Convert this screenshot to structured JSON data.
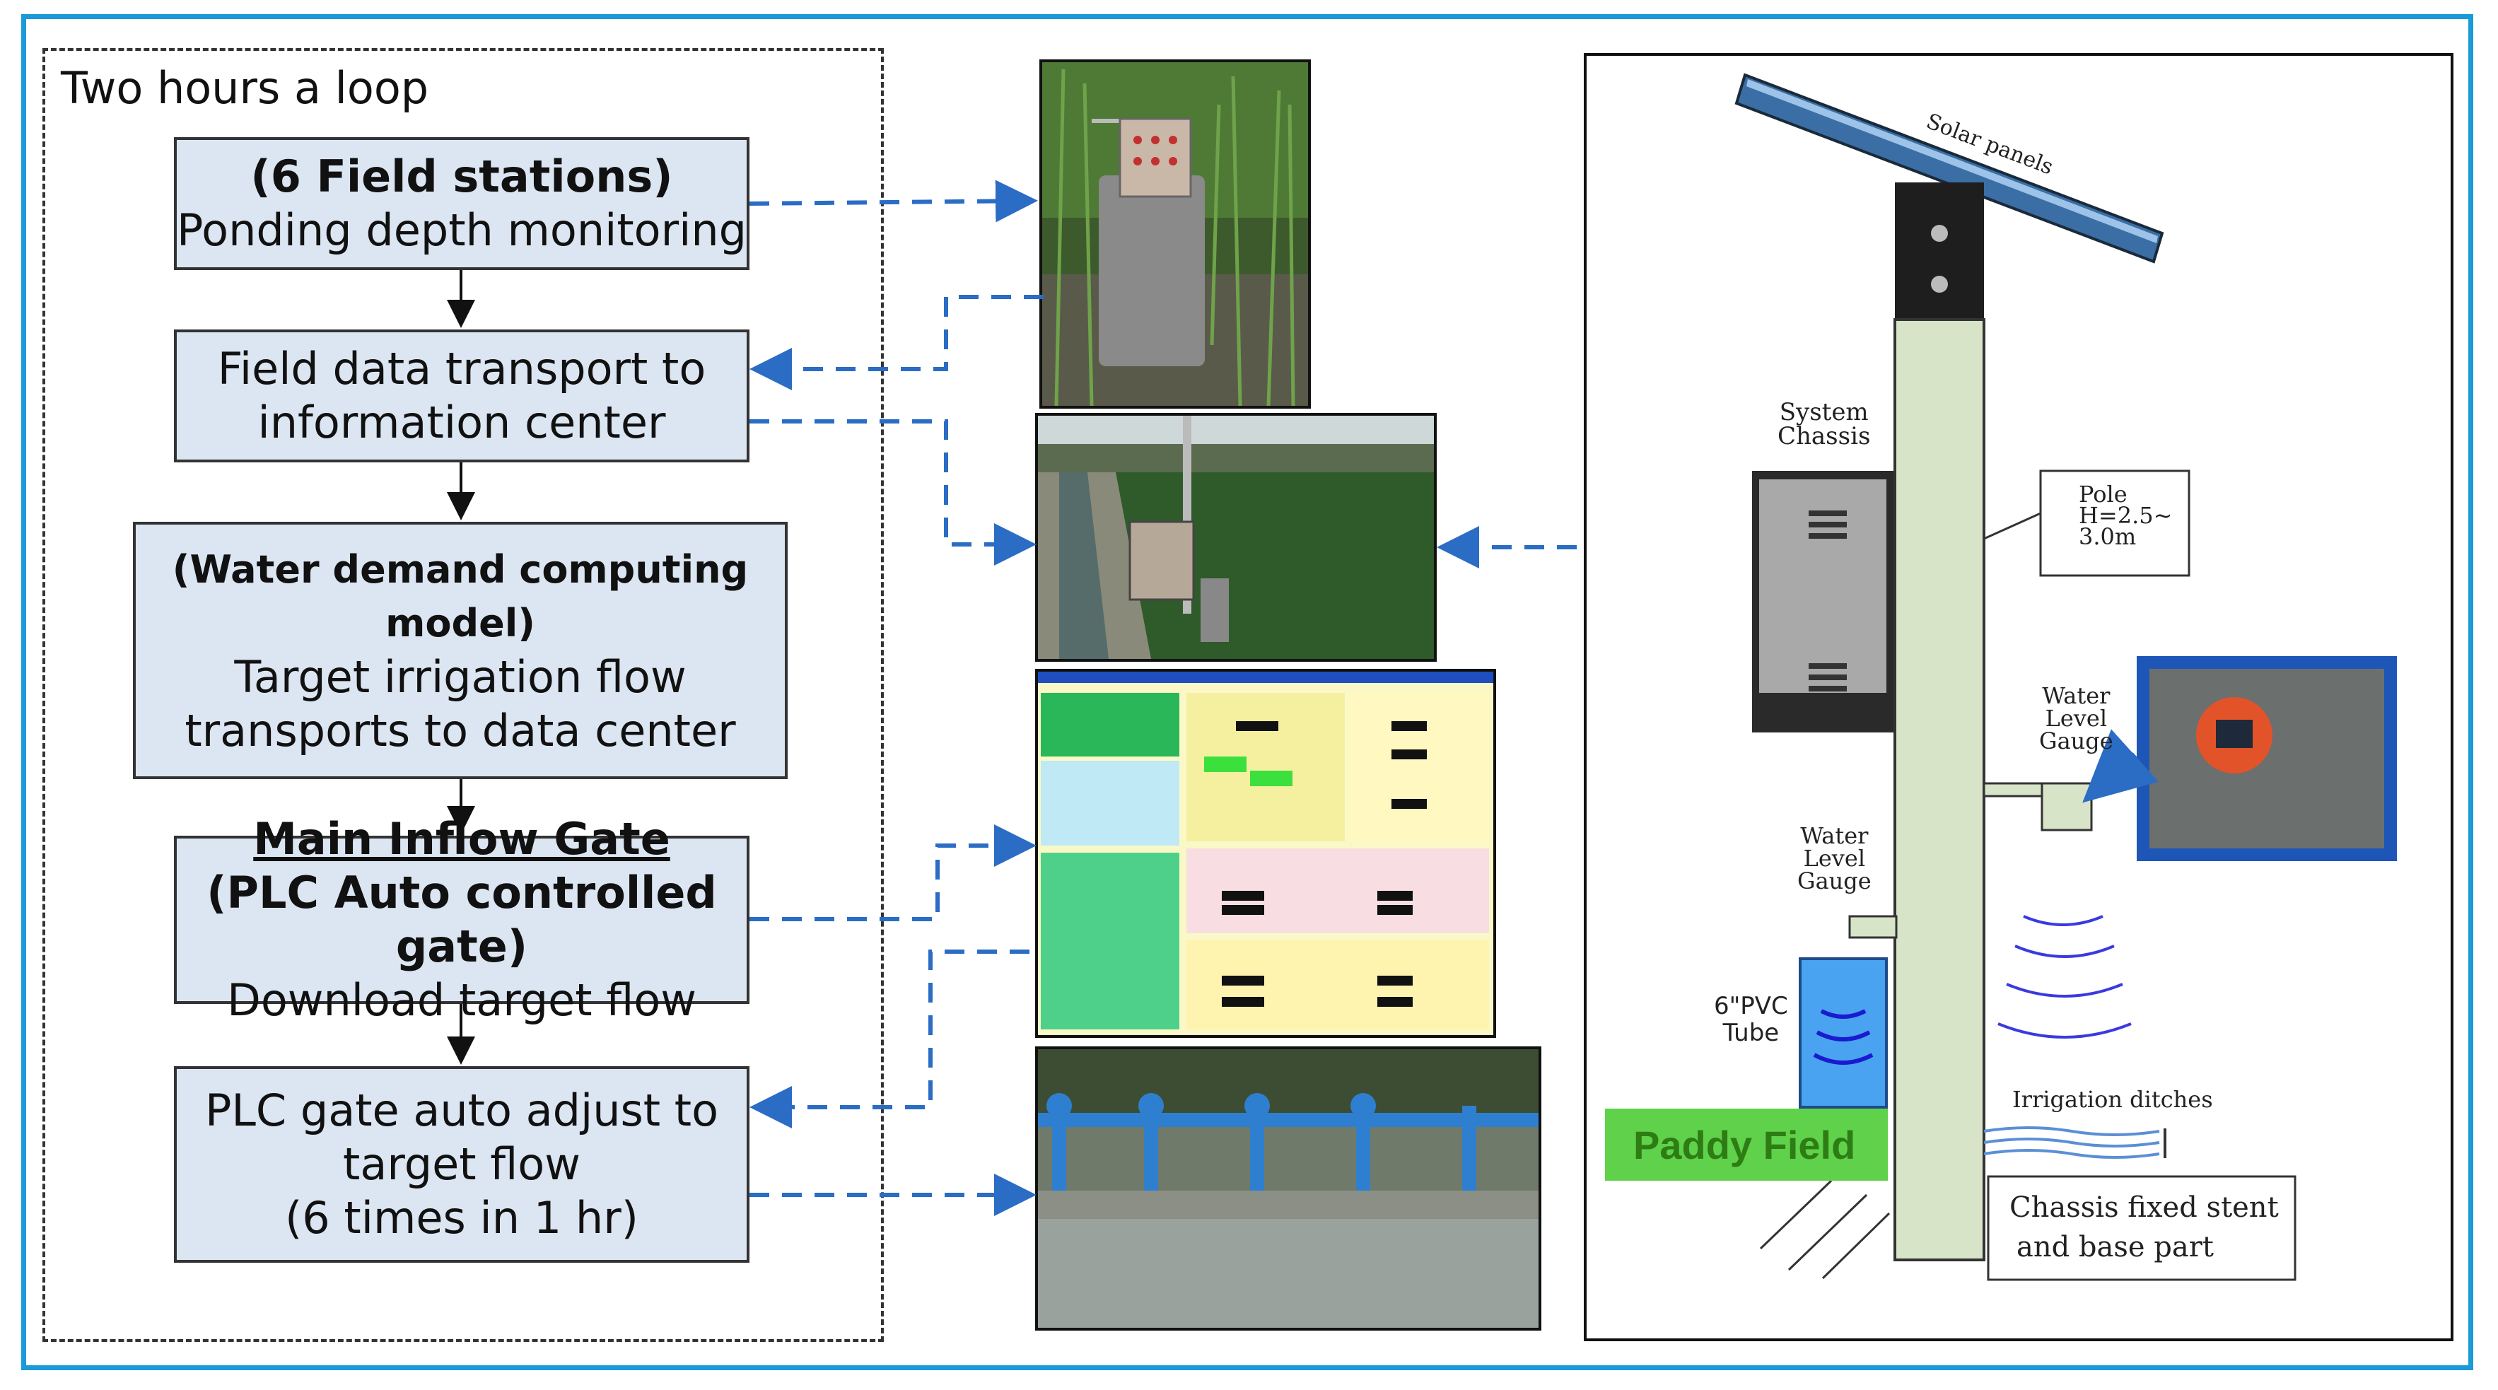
{
  "loop": {
    "title": "Two hours a loop"
  },
  "steps": {
    "s1": {
      "line1": "(6 Field stations)",
      "line2": "Ponding depth monitoring"
    },
    "s2": {
      "line1": "Field data transport to",
      "line2": "information center"
    },
    "s3": {
      "line1": "(Water demand computing model)",
      "line2": "Target irrigation flow",
      "line3": "transports to data center"
    },
    "s4": {
      "line1": "Main Inflow Gate",
      "line2": "(PLC Auto controlled gate)",
      "line3": "Download target flow"
    },
    "s5": {
      "line1": "PLC gate auto adjust to",
      "line2": "target flow",
      "line3": "(6 times in 1 hr)"
    }
  },
  "device": {
    "solar": "Solar panels",
    "chassis": [
      "System",
      "Chassis"
    ],
    "pole": [
      "Pole",
      "H=2.5~",
      "3.0m"
    ],
    "gauge_right": [
      "Water",
      "Level",
      "Gauge"
    ],
    "gauge_left": [
      "Water",
      "Level",
      "Gauge"
    ],
    "tube": [
      "6\"PVC",
      "Tube"
    ],
    "ditches": "Irrigation ditches",
    "paddy": "Paddy Field",
    "stent": [
      "Chassis fixed stent",
      "and base part"
    ]
  },
  "colors": {
    "frame": "#1a9ad6",
    "box": "#dce6f2",
    "arrow": "#2b6cc4",
    "paddy": "#5fd14b",
    "gauge": "#1a73e8"
  }
}
